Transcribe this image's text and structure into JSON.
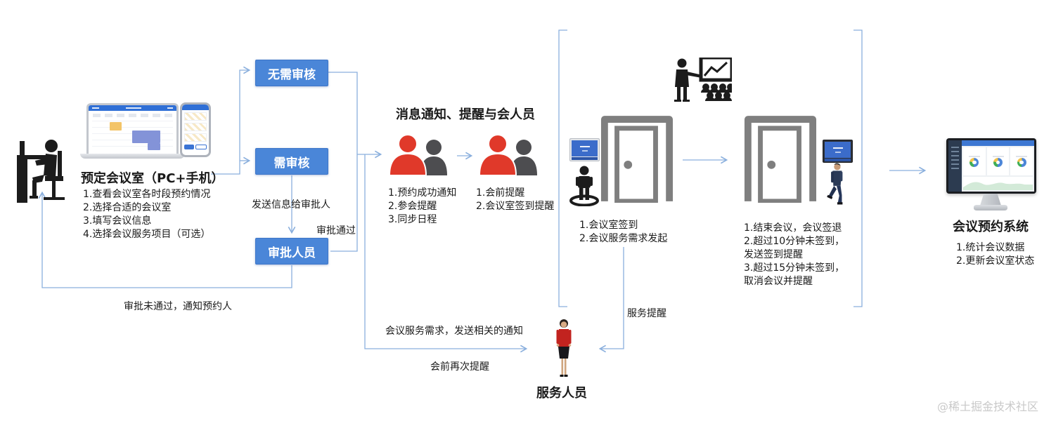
{
  "colors": {
    "box_blue": "#4a86d8",
    "line_blue": "#8aafdd",
    "person_red": "#e0392a",
    "person_gray": "#4d4d50",
    "door_gray": "#7f7f7f",
    "screen_blue": "#2f6fd6",
    "text": "#1a1a1a",
    "watermark": "#c9c9c9"
  },
  "booking": {
    "title": "预定会议室（PC+手机）",
    "steps": [
      "1.查看会议室各时段预约情况",
      "2.选择合适的会议室",
      "3.填写会议信息",
      "4.选择会议服务项目（可选）"
    ]
  },
  "approval": {
    "no_review": "无需审核",
    "review": "需审核",
    "approver": "审批人员",
    "send_to_approver": "发送信息给审批人",
    "approved": "审批通过",
    "rejected": "审批未通过，通知预约人"
  },
  "notification": {
    "title": "消息通知、提醒与会人员",
    "first": [
      "1.预约成功通知",
      "2.参会提醒",
      "3.同步日程"
    ],
    "second": [
      "1.会前提醒",
      "2.会议室签到提醒"
    ]
  },
  "meeting": {
    "checkin": [
      "1.会议室签到",
      "2.会议服务需求发起"
    ],
    "checkout": [
      "1.结束会议，会议签退",
      "2.超过10分钟未签到，",
      "发送签到提醒",
      "3.超过15分钟未签到，",
      "取消会议并提醒"
    ]
  },
  "service": {
    "request_label": "会议服务需求，发送相关的通知",
    "pre_meeting_label": "会前再次提醒",
    "reminder_label": "服务提醒",
    "person_label": "服务人员"
  },
  "system": {
    "title": "会议预约系统",
    "items": [
      "1.统计会议数据",
      "2.更新会议室状态"
    ]
  },
  "watermark": "@稀土掘金技术社区"
}
